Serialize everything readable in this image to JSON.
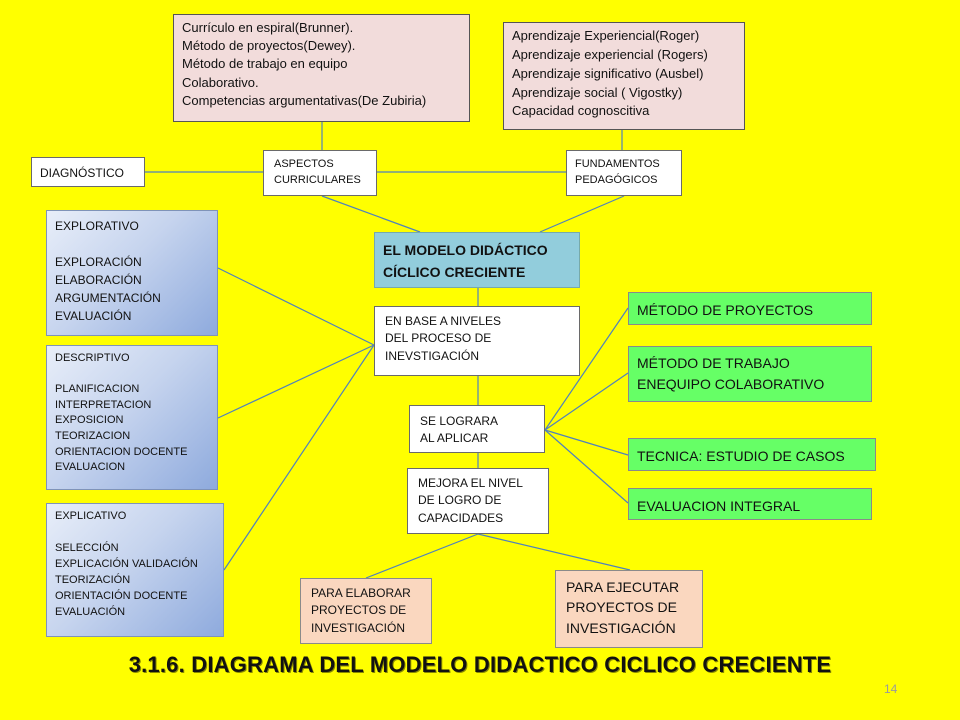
{
  "curriculo_box": "Currículo en espiral(Brunner).\nMétodo de proyectos(Dewey).\nMétodo de trabajo en equipo\nColaborativo.\nCompetencias argumentativas(De  Zubiria)",
  "aprendizaje_box": "Aprendizaje Experiencial(Roger)\nAprendizaje  experiencial (Rogers)\nAprendizaje significativo (Ausbel)\nAprendizaje social  ( Vigostky)\nCapacidad cognoscitiva",
  "diagnostico": "DIAGNÓSTICO",
  "aspectos": "ASPECTOS\nCURRICULARES",
  "fundamentos": "FUNDAMENTOS\nPEDAGÓGICOS",
  "modelo": "EL  MODELO DIDÁCTICO\nCÍCLICO  CRECIENTE",
  "en_base": "EN BASE  A NIVELES\nDEL PROCESO DE\nINEVSTIGACIÓN",
  "se_lograra": "SE  LOGRARA\nAL APLICAR",
  "mejora": "MEJORA  EL NIVEL\nDE LOGRO DE\nCAPACIDADES",
  "explorativo": " EXPLORATIVO\n\nEXPLORACIÓN\nELABORACIÓN\nARGUMENTACIÓN\nEVALUACIÓN",
  "descriptivo": "DESCRIPTIVO\n\nPLANIFICACION\nINTERPRETACION\nEXPOSICION\nTEORIZACION\nORIENTACION DOCENTE\nEVALUACION",
  "explicativo": "EXPLICATIVO\n\nSELECCIÓN\nEXPLICACIÓN VALIDACIÓN\nTEORIZACIÓN\nORIENTACIÓN DOCENTE\nEVALUACIÓN",
  "metodo_proyectos": "MÉTODO DE PROYECTOS",
  "metodo_trabajo": "MÉTODO DE TRABAJO\nENEQUIPO  COLABORATIVO",
  "tecnica": "TECNICA: ESTUDIO DE  CASOS",
  "evaluacion": "EVALUACION INTEGRAL",
  "para_elaborar": "PARA  ELABORAR\nPROYECTOS DE\nINVESTIGACIÓN",
  "para_ejecutar": "PARA  EJECUTAR\nPROYECTOS DE\nINVESTIGACIÓN",
  "title": "3.1.6. DIAGRAMA DEL MODELO DIDACTICO CICLICO CRECIENTE",
  "page_number": "14",
  "colors": {
    "background": "#FFFF00",
    "pink": "#F2DCDB",
    "center": "#92CDDC",
    "green": "#66FF66",
    "peach": "#FAD7BF",
    "connector": "#4F81BD"
  }
}
